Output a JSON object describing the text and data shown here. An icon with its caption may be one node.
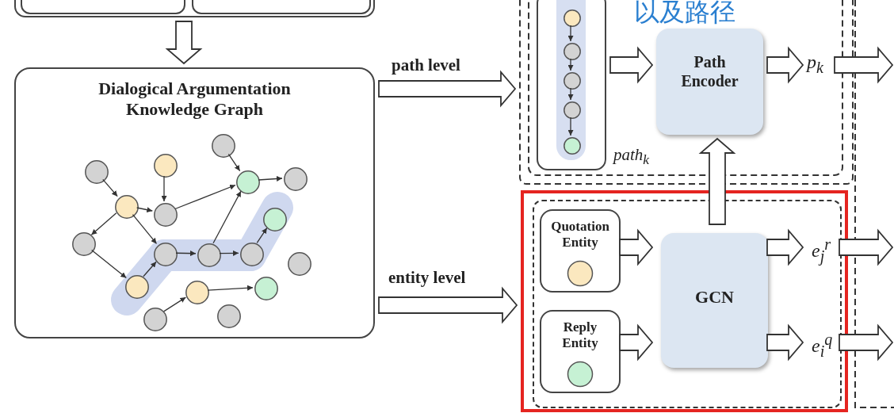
{
  "diagram": {
    "nodes": [
      {
        "text": [],
        "shape": "box"
      },
      {
        "text": [],
        "shape": "box",
        "in": 0
      },
      {
        "text": [],
        "shape": "box",
        "in": 0
      },
      {
        "text": [
          "Dialogical Argumentation Knowledge Graph"
        ]
      },
      {
        "text": [],
        "shape": "circle",
        "in": 3
      },
      {
        "text": [],
        "shape": "circle",
        "in": 3
      },
      {
        "text": [],
        "shape": "circle",
        "in": 3
      },
      {
        "text": [],
        "shape": "circle",
        "in": 3
      },
      {
        "text": [],
        "shape": "circle",
        "in": 3
      },
      {
        "text": [],
        "shape": "circle",
        "in": 3
      },
      {
        "text": [],
        "shape": "circle",
        "in": 3
      },
      {
        "text": [],
        "shape": "circle",
        "in": 3
      },
      {
        "text": [],
        "shape": "circle",
        "in": 3
      },
      {
        "text": [],
        "shape": "circle",
        "in": 3
      },
      {
        "text": [],
        "shape": "circle",
        "in": 3
      },
      {
        "text": [],
        "shape": "circle",
        "in": 3
      },
      {
        "text": [],
        "shape": "circle",
        "in": 3
      },
      {
        "text": [],
        "shape": "circle",
        "in": 3
      },
      {
        "text": [],
        "shape": "circle",
        "in": 3
      },
      {
        "text": [],
        "shape": "circle",
        "in": 3
      },
      {
        "text": [],
        "shape": "circle",
        "in": 3
      },
      {
        "text": [],
        "shape": "circle",
        "in": 3
      },
      {
        "text": [],
        "shape": "box"
      },
      {
        "text": [],
        "shape": "box",
        "in": 22,
        "beside": [
          "path$_{k}$"
        ]
      },
      {
        "text": [],
        "shape": "circle",
        "in": 23
      },
      {
        "text": [],
        "shape": "circle",
        "in": 23
      },
      {
        "text": [],
        "shape": "circle",
        "in": 23
      },
      {
        "text": [],
        "shape": "circle",
        "in": 23
      },
      {
        "text": [],
        "shape": "circle",
        "in": 23
      },
      {
        "text": [
          "Path Encoder"
        ],
        "in": 22
      },
      {
        "text": [
          "p$_{k}$"
        ],
        "in": 22
      },
      {
        "text": [],
        "shape": "box"
      },
      {
        "text": [],
        "shape": "box",
        "in": 31
      },
      {
        "text": [
          "Quotation Entity"
        ],
        "in": 32
      },
      {
        "text": [
          "Reply Entity"
        ],
        "in": 32
      },
      {
        "text": [
          "GCN"
        ],
        "in": 32
      },
      {
        "text": [
          "e$_{j}$$^{r}$"
        ],
        "in": 32
      },
      {
        "text": [
          "e$_{i}$$^{q}$"
        ],
        "in": 32
      }
    ],
    "edges": [
      {
        "from": 4,
        "to": 7,
        "arrow": "to"
      },
      {
        "from": 5,
        "to": 8,
        "arrow": "to"
      },
      {
        "from": 7,
        "to": 8,
        "arrow": "to"
      },
      {
        "from": 8,
        "to": 9,
        "arrow": "to"
      },
      {
        "from": 6,
        "to": 9,
        "arrow": "to"
      },
      {
        "from": 9,
        "to": 10,
        "arrow": "to"
      },
      {
        "from": 7,
        "to": 11,
        "arrow": "to"
      },
      {
        "from": 7,
        "to": 12,
        "arrow": "to"
      },
      {
        "from": 11,
        "to": 17,
        "arrow": "to"
      },
      {
        "from": 17,
        "to": 12,
        "arrow": "to"
      },
      {
        "from": 12,
        "to": 13,
        "arrow": "to"
      },
      {
        "from": 13,
        "to": 14,
        "arrow": "to"
      },
      {
        "from": 14,
        "to": 15,
        "arrow": "to"
      },
      {
        "from": 13,
        "to": 9,
        "arrow": "to"
      },
      {
        "from": 20,
        "to": 18,
        "arrow": "to"
      },
      {
        "from": 18,
        "to": 19,
        "arrow": "to"
      },
      {
        "from": 24,
        "to": 25,
        "arrow": "to"
      },
      {
        "from": 25,
        "to": 26,
        "arrow": "to"
      },
      {
        "from": 26,
        "to": 27,
        "arrow": "to"
      },
      {
        "from": 27,
        "to": 28,
        "arrow": "to"
      },
      {
        "from": 0,
        "to": 3,
        "arrow": "to",
        "style": "thick"
      },
      {
        "from": 3,
        "to": 22,
        "arrow": "to",
        "style": "thick",
        "label": "path level"
      },
      {
        "from": 3,
        "to": 31,
        "arrow": "to",
        "style": "thick",
        "label": "entity level"
      },
      {
        "from": 23,
        "to": 29,
        "arrow": "to",
        "style": "thick"
      },
      {
        "from": 29,
        "to": 30,
        "arrow": "to",
        "style": "thick"
      },
      {
        "from": 30,
        "to": null,
        "arrow": "to",
        "style": "thick"
      },
      {
        "from": 33,
        "to": 35,
        "arrow": "to",
        "style": "thick"
      },
      {
        "from": 34,
        "to": 35,
        "arrow": "to",
        "style": "thick"
      },
      {
        "from": 35,
        "to": 36,
        "arrow": "to",
        "style": "thick"
      },
      {
        "from": 35,
        "to": 37,
        "arrow": "to",
        "style": "thick"
      },
      {
        "from": 36,
        "to": null,
        "arrow": "to",
        "style": "thick"
      },
      {
        "from": 37,
        "to": null,
        "arrow": "to",
        "style": "thick"
      },
      {
        "from": 35,
        "to": 29,
        "arrow": "to",
        "style": "thick"
      }
    ],
    "labels": [
      "以及路径"
    ]
  }
}
